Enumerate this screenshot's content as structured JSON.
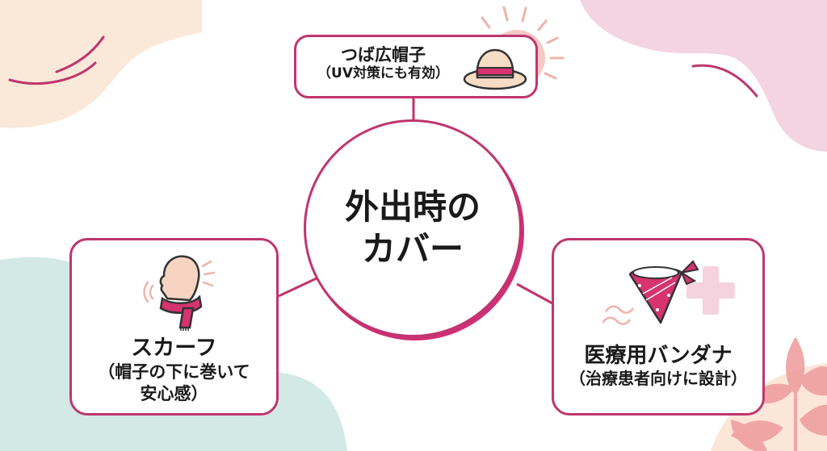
{
  "diagram": {
    "center": {
      "line1": "外出時の",
      "line2": "カバー"
    },
    "nodes": [
      {
        "id": "wide-brim-hat",
        "title": "つば広帽子",
        "subtitle": "（UV対策にも有効）",
        "icon": "sun-hat-icon"
      },
      {
        "id": "scarf",
        "title": "スカーフ",
        "subtitle_line1": "（帽子の下に巻いて",
        "subtitle_line2": "安心感）",
        "icon": "head-with-scarf-icon"
      },
      {
        "id": "medical-bandana",
        "title": "医療用バンダナ",
        "subtitle": "（治療患者向けに設計）",
        "icon": "bandana-icon"
      }
    ],
    "decorations": [
      "sun-icon",
      "medical-cross-icon",
      "leaf-branch-icon",
      "wave-lines-icon"
    ]
  },
  "colors": {
    "accent": "#c0356e",
    "accent_bright": "#d6336f",
    "blob_peach": "#fae9d9",
    "blob_pink": "#f4d4e1",
    "blob_teal": "#d3e9e6",
    "hat": "#f6dcc4",
    "skin": "#f7d4c2",
    "text": "#1a1a1a"
  }
}
